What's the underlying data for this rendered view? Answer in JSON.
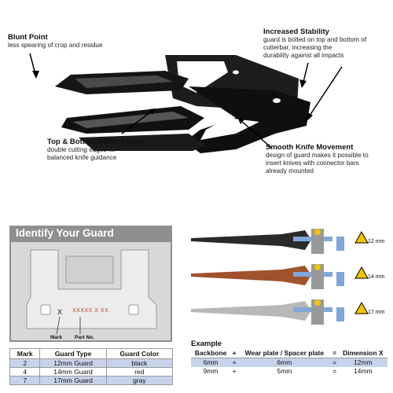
{
  "callouts": {
    "blunt_point": {
      "title": "Blunt Point",
      "body": "less spearing of crop and residue"
    },
    "increased_stability": {
      "title": "Increased Stability",
      "line1": "guard is bolted on top and bottom of",
      "line2": "cutterbar, increasing the",
      "line3": "durability against all impacts"
    },
    "cutting_edge": {
      "title": "Top & Bottom Cutting Edge",
      "line1": "double cutting edges for",
      "line2": "balanced knife guidance"
    },
    "smooth_knife": {
      "title": "Smooth Knife Movement",
      "line1": "design of guard makes it possible to",
      "line2": "insert  knives with connector bars",
      "line3": "already mounted"
    }
  },
  "identify": {
    "title": "Identify Your Guard",
    "mark_x": "X",
    "part_code": "XXXXX X XX",
    "label_mark": "Mark",
    "label_part": "Part No."
  },
  "guard_table": {
    "headers": [
      "Mark",
      "Guard Type",
      "Guard Color"
    ],
    "rows": [
      [
        "2",
        "12mm Guard",
        "black"
      ],
      [
        "4",
        "14mm Guard",
        "red"
      ],
      [
        "7",
        "17mm Guard",
        "gray"
      ]
    ]
  },
  "dimensions": {
    "top": "12 mm",
    "middle": "14 mm",
    "bottom": "17 mm",
    "colors": {
      "black": "#2a2a2a",
      "red": "#a0522d",
      "gray": "#b8b8b8",
      "accent": "#7fa7d8",
      "warning": "#f2c400"
    }
  },
  "example": {
    "title": "Example",
    "headers": [
      "Backbone",
      "+",
      "Wear plate / Spacer plate",
      "=",
      "Dimension X"
    ],
    "rows": [
      [
        "6mm",
        "+",
        "6mm",
        "=",
        "12mm"
      ],
      [
        "9mm",
        "+",
        "5mm",
        "=",
        "14mm"
      ]
    ]
  }
}
